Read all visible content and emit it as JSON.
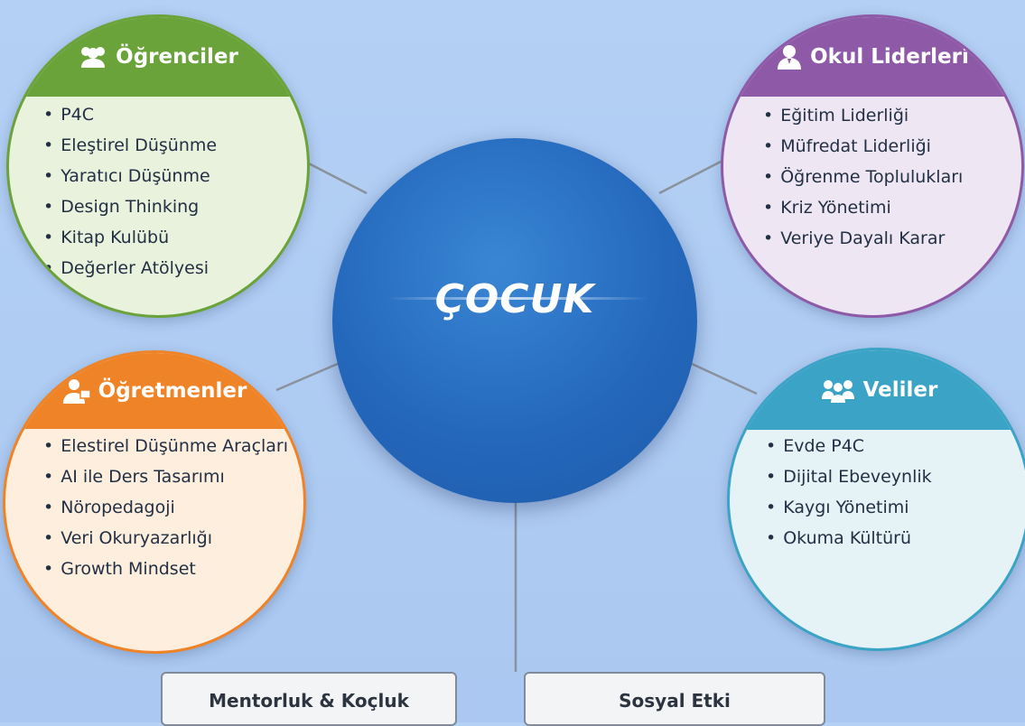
{
  "center": {
    "label": "ÇOCUK"
  },
  "groups": {
    "ogrenciler": {
      "title": "Öğrenciler",
      "icon": "group-icon",
      "color": "#6aa339",
      "items": [
        "P4C",
        "Eleştirel Düşünme",
        "Yaratıcı Düşünme",
        "Design Thinking",
        "Kitap Kulübü",
        "Değerler Atölyesi"
      ]
    },
    "okul_liderleri": {
      "title": "Okul Liderleri",
      "icon": "leader-icon",
      "color": "#8e5aa8",
      "items": [
        "Eğitim Liderliği",
        "Müfredat Liderliği",
        "Öğrenme Toplulukları",
        "Kriz Yönetimi",
        "Veriye Dayalı Karar"
      ]
    },
    "ogretmenler": {
      "title": "Öğretmenler",
      "icon": "teacher-icon",
      "color": "#ee8327",
      "items": [
        "Elestirel Düşünme Araçları",
        "AI ile Ders Tasarımı",
        "Nöropedagoji",
        "Veri Okuryazarlığı",
        "Growth Mindset"
      ]
    },
    "veliler": {
      "title": "Veliler",
      "icon": "family-icon",
      "color": "#3aa3c6",
      "items": [
        "Evde P4C",
        "Dijital Ebeveynlik",
        "Kaygı Yönetimi",
        "Okuma Kültürü"
      ]
    }
  },
  "bottom_boxes": [
    "Mentorluk & Koçluk",
    "Sosyal Etki"
  ]
}
